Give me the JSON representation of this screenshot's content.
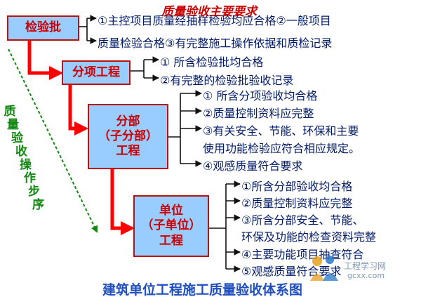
{
  "title": "质量验收主要要求",
  "footer": "建筑单位工程施工质量验收体系图",
  "side_label": [
    "质",
    "量",
    "验",
    "收",
    "操",
    "作",
    "步",
    "序"
  ],
  "boxes": {
    "jianyanpi": {
      "label": "检验批"
    },
    "fenxiang": {
      "label": "分项工程"
    },
    "fenbu": {
      "lines": [
        "分部",
        "（子分部）",
        "工程"
      ]
    },
    "danwei": {
      "lines": [
        "单位",
        "（子单位）",
        "工程"
      ]
    }
  },
  "requirements": {
    "jianyanpi": [
      "①主控项目质量经抽样检验均应合格②一般项目",
      "质量检验合格③有完整施工操作依据和质检记录"
    ],
    "fenxiang": [
      "①  所含检验批均合格",
      "②有完整的检验批验收记录"
    ],
    "fenbu": [
      "①  所含分项验收均合格",
      "②质量控制资料应完整",
      "③有关安全、节能、环保和主要",
      "使用功能检验应符合相应规定。",
      "④观感质量符合要求"
    ],
    "danwei": [
      "①所含分部验收均合格",
      "②质量控制资料应完整",
      "③所含分部安全、节能、",
      "环保及功能的检查资料完整",
      "④主要功能项目抽查符合",
      "⑤观感质量符合要求"
    ]
  },
  "watermark": {
    "line1": "工程学习网",
    "line2": "gcxx.com"
  },
  "colors": {
    "box_fill": "#99ccff",
    "box_border": "#bb1111",
    "box_text": "#cc0000",
    "flow_arrow": "#ff0000",
    "bracket": "#111111",
    "requirement_text": "#001a66",
    "side_label": "#118811",
    "footer_text": "#1f4fbf"
  }
}
